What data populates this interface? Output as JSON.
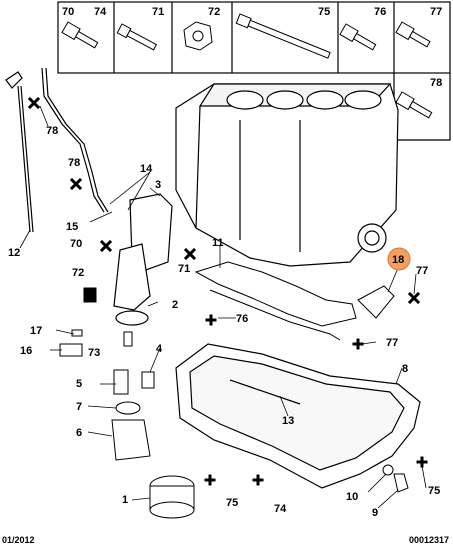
{
  "hardware_table": {
    "callouts": [
      "70",
      "74",
      "71",
      "72",
      "75",
      "76",
      "77",
      "78"
    ]
  },
  "callouts": {
    "c1": "1",
    "c2": "2",
    "c3": "3",
    "c4": "4",
    "c5": "5",
    "c6": "6",
    "c7": "7",
    "c8": "8",
    "c9": "9",
    "c10": "10",
    "c11": "11",
    "c12": "12",
    "c13": "13",
    "c14": "14",
    "c15": "15",
    "c16": "16",
    "c17": "17",
    "c18": "18",
    "c70": "70",
    "c71": "71",
    "c72": "72",
    "c73": "73",
    "c74": "74",
    "c75a": "75",
    "c75b": "75",
    "c76": "76",
    "c77a": "77",
    "c77b": "77",
    "c78a": "78",
    "c78b": "78"
  },
  "footer": {
    "date": "01/2012",
    "code": "00012317"
  },
  "colors": {
    "highlight": "#f0a060",
    "line": "#000000"
  }
}
